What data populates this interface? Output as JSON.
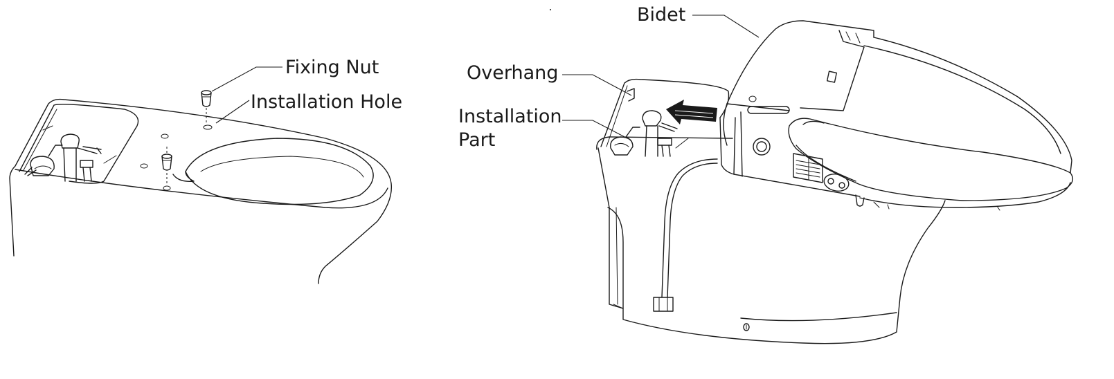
{
  "labels": {
    "fixing_nut": "Fixing Nut",
    "installation_hole": "Installation Hole",
    "bidet": "Bidet",
    "overhang": "Overhang",
    "installation_part_line1": "Installation",
    "installation_part_line2": "Part"
  }
}
